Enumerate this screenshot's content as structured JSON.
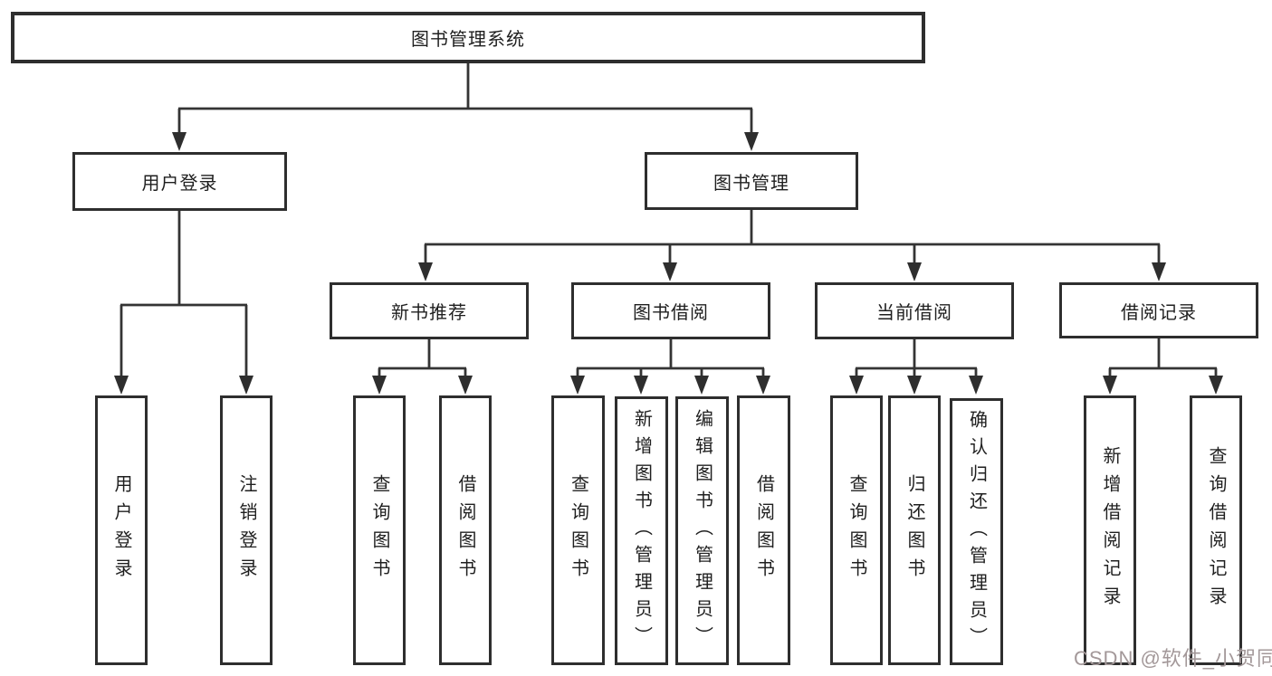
{
  "root_label": "图书管理系统",
  "level1": [
    {
      "label": "用户登录",
      "children": [
        {
          "label": "用户登录"
        },
        {
          "label": "注销登录"
        }
      ]
    },
    {
      "label": "图书管理"
    }
  ],
  "level2": [
    {
      "label": "新书推荐",
      "children": [
        {
          "label": "查询图书"
        },
        {
          "label": "借阅图书"
        }
      ]
    },
    {
      "label": "图书借阅",
      "children": [
        {
          "label": "查询图书"
        },
        {
          "label": "新增图书（管理员）"
        },
        {
          "label": "编辑图书（管理员）"
        },
        {
          "label": "借阅图书"
        }
      ]
    },
    {
      "label": "当前借阅",
      "children": [
        {
          "label": "查询图书"
        },
        {
          "label": "归还图书"
        },
        {
          "label": "确认归还（管理员）"
        }
      ]
    },
    {
      "label": "借阅记录",
      "children": [
        {
          "label": "新增借阅记录"
        },
        {
          "label": "查询借阅记录"
        }
      ]
    }
  ],
  "watermark": {
    "text": "CSDN @软件_小贺同学"
  },
  "colors": {
    "line": "#343434",
    "box_border": "#2e2e2e",
    "text": "#1f1f1f",
    "watermark": "#a39899",
    "background": "#ffffff"
  }
}
